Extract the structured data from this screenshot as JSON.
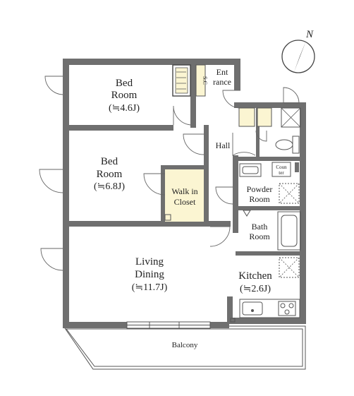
{
  "compass": {
    "label": "N"
  },
  "rooms": {
    "bed1": {
      "line1": "Bed",
      "line2": "Room",
      "size": "(≒4.6J)"
    },
    "bed2": {
      "line1": "Bed",
      "line2": "Room",
      "size": "(≒6.8J)"
    },
    "living": {
      "line1": "Living",
      "line2": "Dining",
      "size": "(≒11.7J)"
    },
    "kitchen": {
      "line1": "Kitchen",
      "size": "(≒2.6J)"
    },
    "walkin": {
      "line1": "Walk in",
      "line2": "Closet"
    },
    "entrance": {
      "line1": "Ent",
      "line2": "rance"
    },
    "sc": {
      "label": "S.C"
    },
    "hall": {
      "label": "Hall"
    },
    "powder": {
      "line1": "Powder",
      "line2": "Room"
    },
    "counter": {
      "line1": "Coun",
      "line2": "ter"
    },
    "bath": {
      "line1": "Bath",
      "line2": "Room"
    },
    "balcony": {
      "label": "Balcony"
    }
  },
  "colors": {
    "wall": "#6f6f6f",
    "closet": "#fbf5d2",
    "line": "#555555"
  }
}
